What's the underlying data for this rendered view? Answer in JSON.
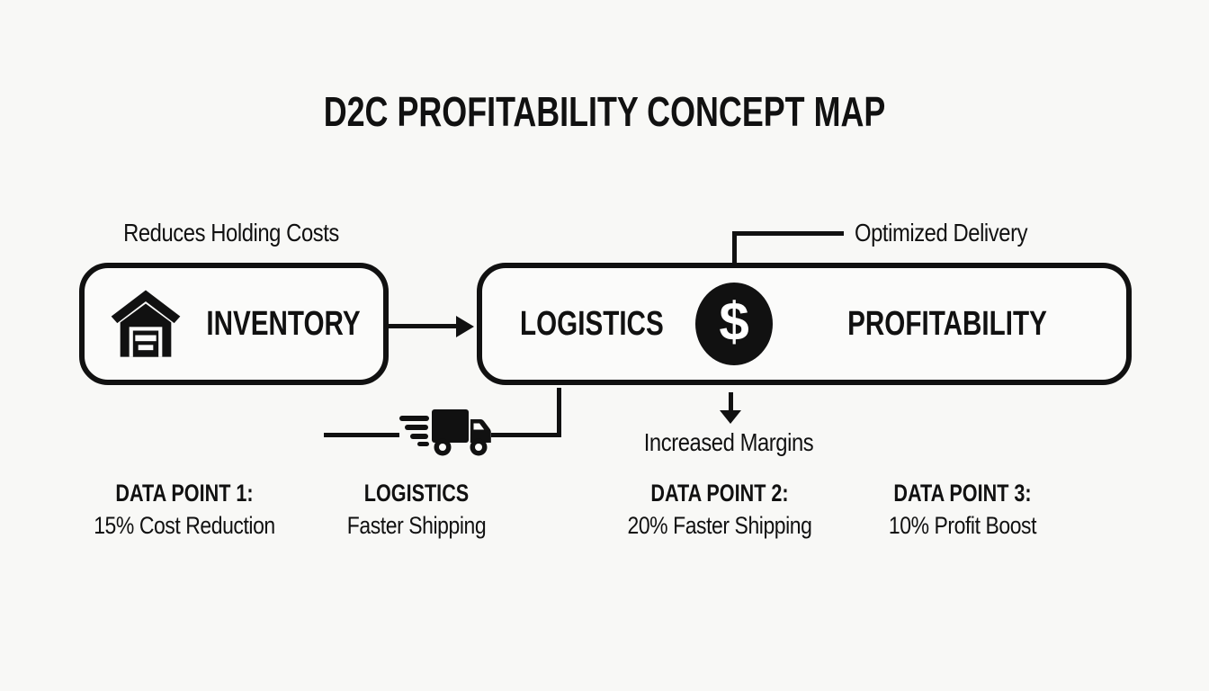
{
  "colors": {
    "background": "#f8f8f6",
    "ink": "#111111"
  },
  "title": "D2C PROFITABILITY CONCEPT MAP",
  "diagram": {
    "inventory": {
      "label": "INVENTORY",
      "annotation_top": "Reduces Holding Costs",
      "icon": "warehouse-icon"
    },
    "flow_box": {
      "logistics_label": "LOGISTICS",
      "profitability_label": "PROFITABILITY",
      "dollar_symbol": "$",
      "icon": "dollar-icon",
      "annotation_top": "Optimized Delivery",
      "annotation_bottom": "Increased Margins",
      "connector_icon": "delivery-truck-icon"
    }
  },
  "footnotes": [
    {
      "heading": "DATA POINT 1:",
      "detail": "15% Cost Reduction"
    },
    {
      "heading": "LOGISTICS",
      "detail": "Faster Shipping"
    },
    {
      "heading": "DATA POINT 2:",
      "detail": "20% Faster Shipping"
    },
    {
      "heading": "DATA POINT 3:",
      "detail": "10% Profit Boost"
    }
  ]
}
